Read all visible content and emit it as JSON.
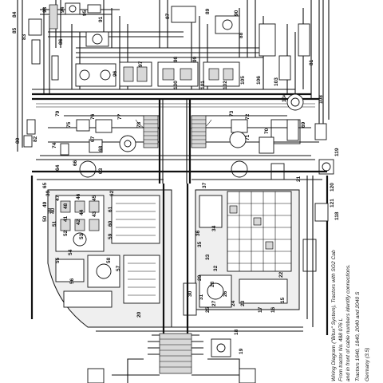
{
  "caption": {
    "lines": [
      "Wiring Diagram (\"Bitux\" System), Tractors with SG2 Cab",
      "From tractor No. 488 076 L",
      "and in front of cable numbers identify connections.",
      "Tractors 1640, 1840, 2040 and 2040 S",
      "Germany (3.5)"
    ]
  },
  "labels": {
    "top": [
      "84",
      "93",
      "94",
      "95",
      "91",
      "85",
      "83",
      "86",
      "87",
      "89",
      "90",
      "98",
      "99",
      "88",
      "97",
      "100",
      "101",
      "102",
      "96",
      "105",
      "106",
      "103",
      "104",
      "81",
      "108"
    ],
    "middle": [
      "80",
      "82",
      "74",
      "75",
      "79",
      "76",
      "77",
      "78",
      "73",
      "72",
      "71",
      "70",
      "69",
      "68",
      "67",
      "66",
      "65",
      "64",
      "63",
      "62",
      "61",
      "60",
      "59",
      "57",
      "58",
      "56"
    ],
    "lower": [
      "55",
      "54",
      "53",
      "52",
      "51",
      "50",
      "49",
      "48",
      "47",
      "46",
      "45",
      "44",
      "43",
      "42",
      "41",
      "40",
      "39",
      "38",
      "37",
      "36",
      "35",
      "34",
      "33",
      "32",
      "31",
      "30",
      "29",
      "28",
      "27",
      "26",
      "25",
      "24",
      "23",
      "22",
      "21",
      "20",
      "19",
      "18",
      "17",
      "16",
      "15",
      "119",
      "118",
      "120",
      "121"
    ]
  }
}
